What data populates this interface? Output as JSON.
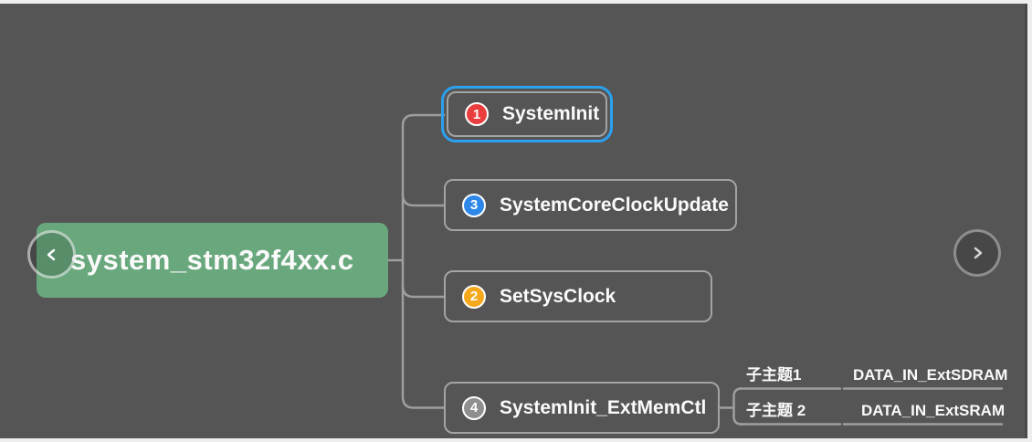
{
  "colors": {
    "canvas_bg": "#555555",
    "frame_bg": "#eeeeee",
    "line": "#9e9e9e",
    "node_border": "#a3a3a3",
    "root_green": "#68a87c",
    "selection_blue": "#2ba1f0",
    "text": "#fafafa"
  },
  "root": {
    "label": "system_stm32f4xx.c"
  },
  "branches": [
    {
      "label": "SystemInit",
      "badge": "1",
      "badge_color": "#ea3e3e",
      "selected": true
    },
    {
      "label": "SystemCoreClockUpdate",
      "badge": "3",
      "badge_color": "#2d87e8",
      "selected": false
    },
    {
      "label": "SetSysClock",
      "badge": "2",
      "badge_color": "#f6a81c",
      "selected": false
    },
    {
      "label": "SystemInit_ExtMemCtl",
      "badge": "4",
      "badge_color": "#8f8f8f",
      "selected": false
    }
  ],
  "subtopics": [
    {
      "label": "子主题1",
      "child_label": "DATA_IN_ExtSDRAM"
    },
    {
      "label": "子主题 2",
      "child_label": "DATA_IN_ExtSRAM"
    }
  ],
  "icons": {
    "prev": "chevron-left",
    "next": "chevron-right"
  }
}
